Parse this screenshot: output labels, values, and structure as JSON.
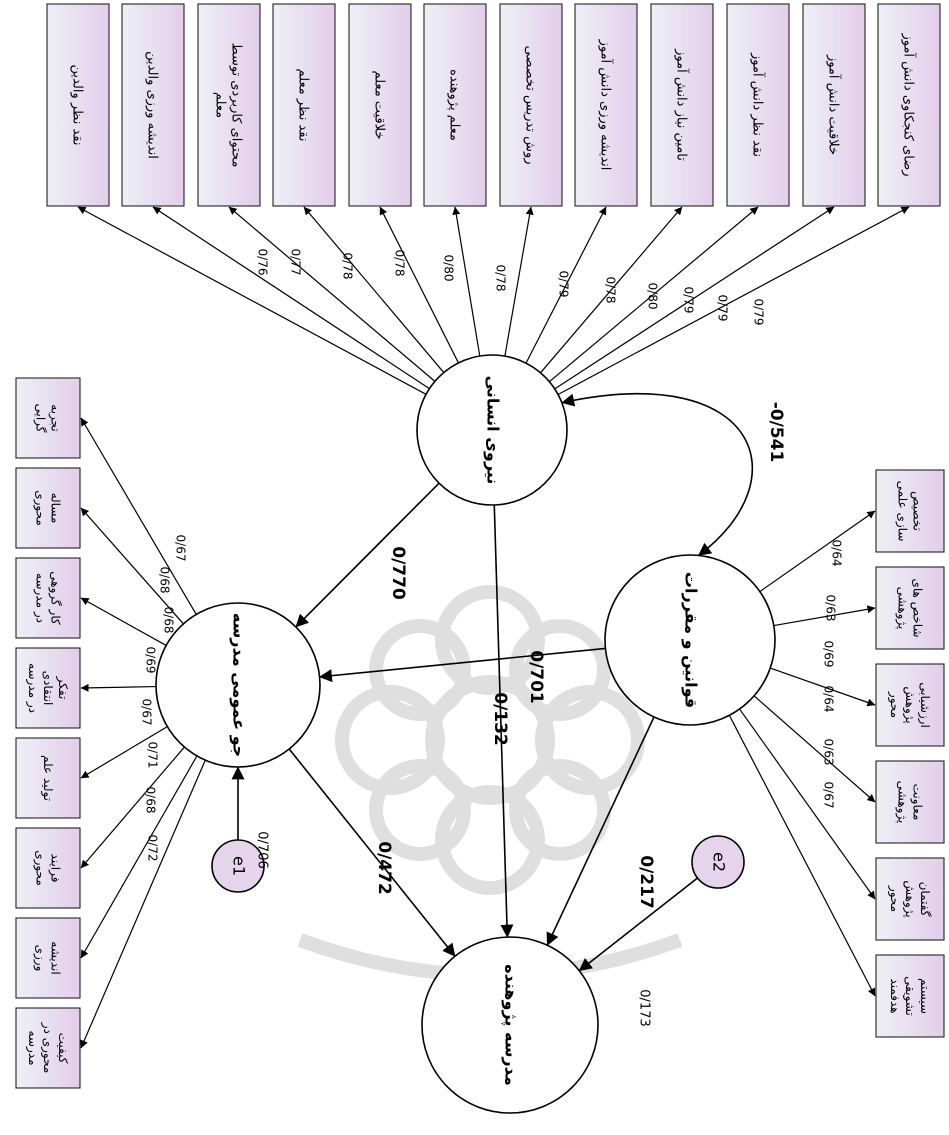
{
  "latent": {
    "nirouyeh_ensani": "نیروی انسانی",
    "ghavanin": "قوانین و مقررات",
    "jav": "جو عمومی مدرسه",
    "madraseh": "مدرسه پژوهنده"
  },
  "errors": {
    "e1": "e1",
    "e2": "e2"
  },
  "top_indicators": [
    {
      "label": "رضای کنجکاوی دانش آموز",
      "loading": "0/79"
    },
    {
      "label": "خلاقیت دانش آموز",
      "loading": "0/79"
    },
    {
      "label": "نقد نظر دانش آموز",
      "loading": "0/79"
    },
    {
      "label": "تامین نیاز دانش آموز",
      "loading": "0/80"
    },
    {
      "label": "اندیشه ورزی دانش آموز",
      "loading": "0/78"
    },
    {
      "label": "روش تدریس تخصصی",
      "loading": "0/79"
    },
    {
      "label": "معلم پژوهنده",
      "loading": "0/78"
    },
    {
      "label": "خلاقیت معلم",
      "loading": "0/80"
    },
    {
      "label": "نقد نظر معلم",
      "loading": "0/78"
    },
    {
      "label": "محتوای کاربردی توسط معلم",
      "loading": "0/78"
    },
    {
      "label": "اندیشه ورزی والدین",
      "loading": "0/77"
    },
    {
      "label": "نقد نظر والدین",
      "loading": "0/76"
    }
  ],
  "right_indicators": [
    {
      "label": "تخصیص سازی علمی",
      "loading": "0/64"
    },
    {
      "label": "شاخص های پژوهشی",
      "loading": "0/63"
    },
    {
      "label": "ارزشیابی پژوهش محور",
      "loading": "0/69"
    },
    {
      "label": "معاونت پژوهشی",
      "loading": "0/64"
    },
    {
      "label": "گفتمان پژوهش محور",
      "loading": "0/63"
    },
    {
      "label": "سیستم تشویقی هدفمند",
      "loading": "0/67"
    }
  ],
  "left_indicators": [
    {
      "label": "تجربه گرایی",
      "loading": "0/67"
    },
    {
      "label": "مساله محوری",
      "loading": "0/68"
    },
    {
      "label": "کار گروهی در مدرسه",
      "loading": "0/68"
    },
    {
      "label": "تفکر انتقادی در مدرسه",
      "loading": "0/69"
    },
    {
      "label": "تولید علم",
      "loading": "0/67"
    },
    {
      "label": "فرایند محوری",
      "loading": "0/71"
    },
    {
      "label": "اندیشه ورزی",
      "loading": "0/68"
    },
    {
      "label": "کیفیت محوری در مدرسه",
      "loading": "0/72"
    }
  ],
  "paths": {
    "correlation": "-0/541",
    "nirou_to_jav": "0/770",
    "nirou_to_madraseh": "0/701",
    "ghavanin_to_jav": "0/132",
    "jav_to_madraseh": "0/472",
    "ghavanin_to_madraseh": "0/217",
    "e1_to_jav": "0/706",
    "e2_to_madraseh": "0/173"
  }
}
